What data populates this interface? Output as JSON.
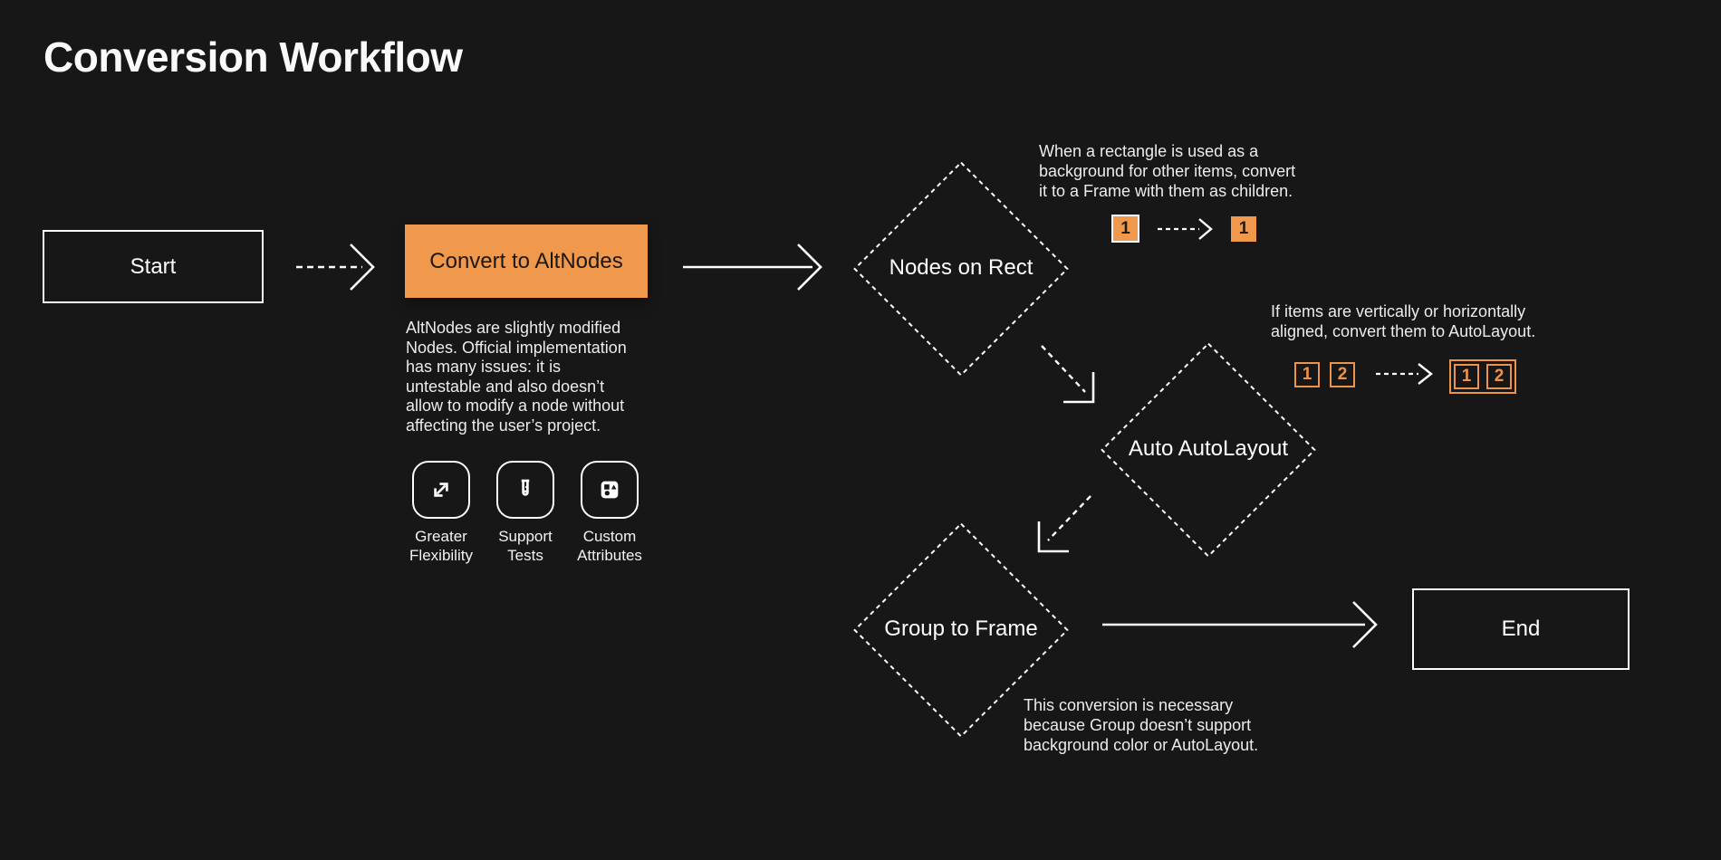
{
  "title": "Conversion Workflow",
  "colors": {
    "background": "#171717",
    "accent_fill": "#F0984C",
    "accent_outline": "#EC954A",
    "line_white": "#FFFFFF"
  },
  "nodes": {
    "start": "Start",
    "convert": "Convert to AltNodes",
    "nodes_on_rect": "Nodes on Rect",
    "auto_autolayout": "Auto AutoLayout",
    "group_to_frame": "Group to Frame",
    "end": "End"
  },
  "altnodes_description": "AltNodes are slightly modified\nNodes. Official implementation\nhas many issues: it is\nuntestable and also doesn’t\nallow to modify a node without\naffecting the user’s project.",
  "features": [
    {
      "icon": "expand-icon",
      "label": "Greater\nFlexibility"
    },
    {
      "icon": "test-tube-icon",
      "label": "Support\nTests"
    },
    {
      "icon": "shapes-icon",
      "label": "Custom\nAttributes"
    }
  ],
  "annotations": {
    "rect_note": {
      "text": "When a rectangle is used as a\nbackground for other items, convert\nit to a Frame with them as children.",
      "before": "1",
      "after": "1"
    },
    "autolayout_note": {
      "text": "If items are vertically or horizontally\naligned, convert them to AutoLayout.",
      "before": [
        "1",
        "2"
      ],
      "after": [
        "1",
        "2"
      ]
    },
    "group_note": {
      "text": "This conversion is necessary\nbecause Group doesn’t support\nbackground color or AutoLayout."
    }
  }
}
